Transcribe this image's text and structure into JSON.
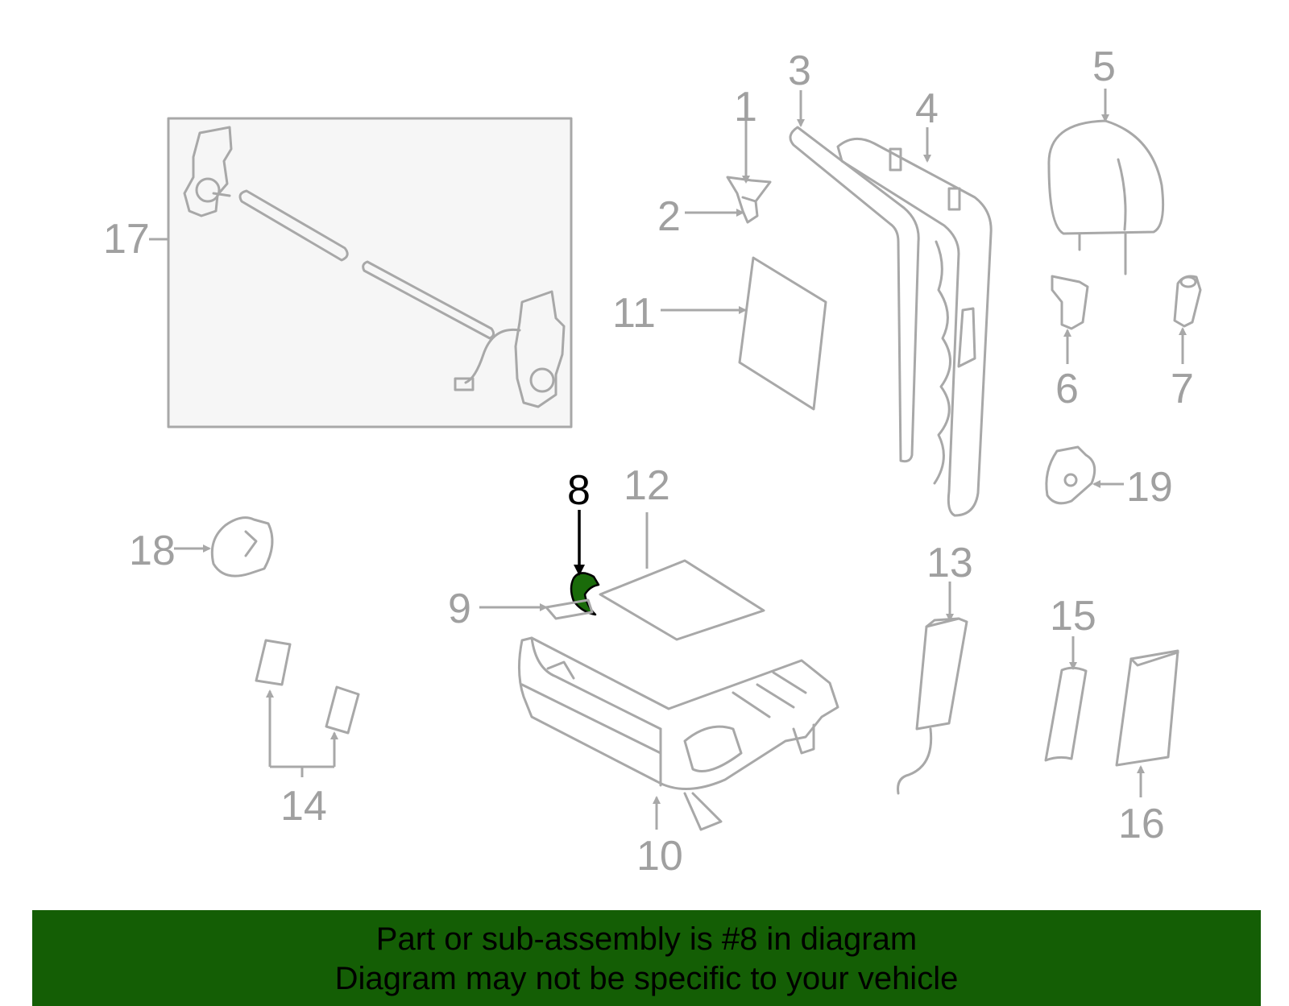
{
  "callouts": [
    "1",
    "2",
    "3",
    "4",
    "5",
    "6",
    "7",
    "8",
    "9",
    "10",
    "11",
    "12",
    "13",
    "14",
    "15",
    "16",
    "17",
    "18",
    "19"
  ],
  "highlighted_part": "8",
  "colors": {
    "caption_background": "#145e05",
    "highlight": "#1a6b0a",
    "line": "#a8a8a8"
  },
  "caption": {
    "line1": "Part or sub-assembly is #8 in diagram",
    "line2": "Diagram may not be specific to your vehicle"
  }
}
